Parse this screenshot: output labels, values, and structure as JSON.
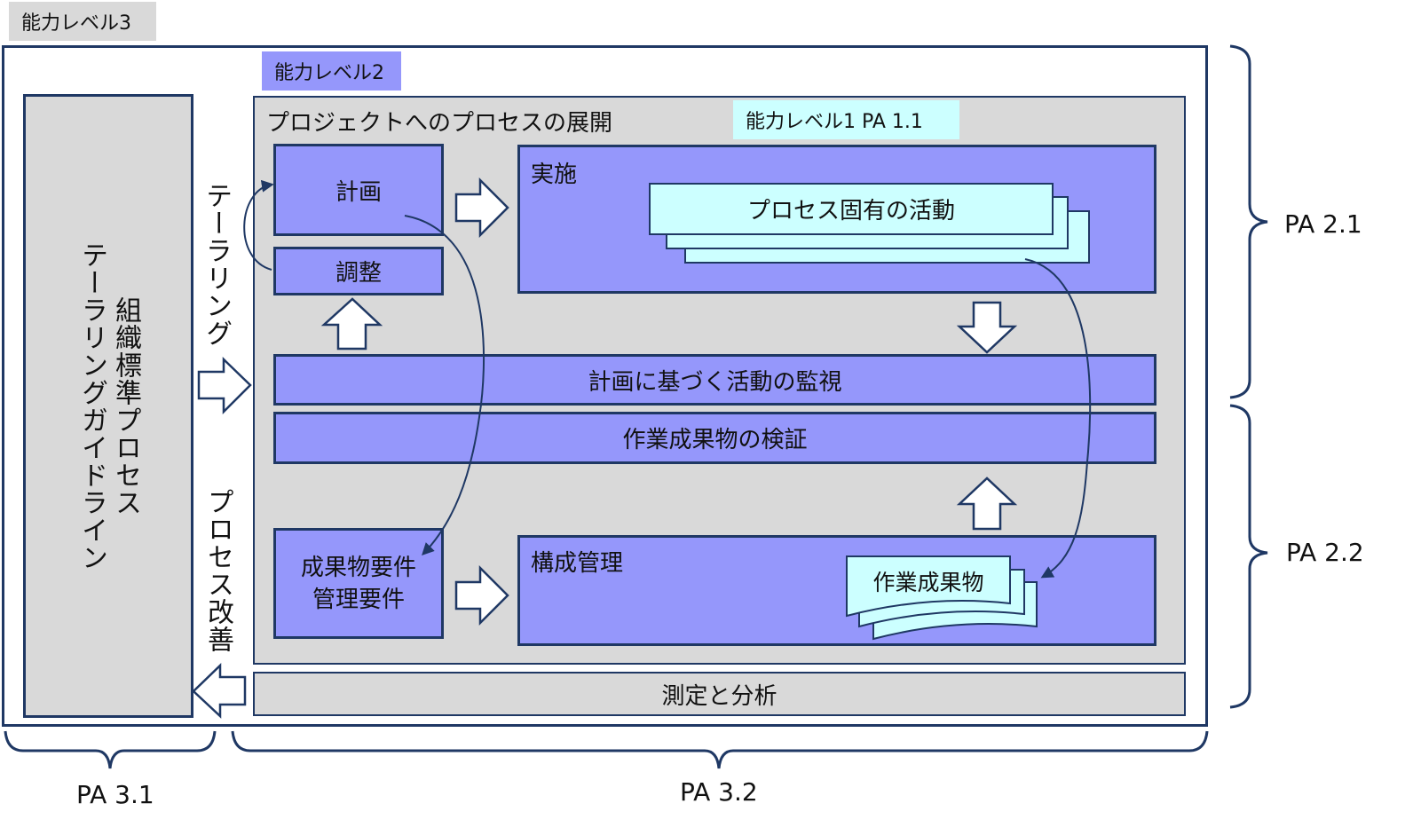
{
  "level3": {
    "label": "能力レベル3"
  },
  "level2": {
    "label": "能力レベル2"
  },
  "level1": {
    "label": "能力レベル1  PA 1.1"
  },
  "org_standard": {
    "line1": "組織標準プロセス",
    "line2": "テーラリングガイドライン"
  },
  "tailoring": "テーラリング",
  "process_improvement": "プロセス改善",
  "deployment_title": "プロジェクトへのプロセスの展開",
  "planning": "計画",
  "adjustment": "調整",
  "execution": "実施",
  "process_specific_activities": "プロセス固有の活動",
  "monitoring": "計画に基づく活動の監視",
  "verification": "作業成果物の検証",
  "requirements": {
    "line1": "成果物要件",
    "line2": "管理要件"
  },
  "config_management": "構成管理",
  "work_products": "作業成果物",
  "measurement": "測定と分析",
  "pa_labels": {
    "pa21": "PA 2.1",
    "pa22": "PA 2.2",
    "pa31": "PA 3.1",
    "pa32": "PA 3.2"
  },
  "colors": {
    "process_box": "#9597fb",
    "container": "#d9d9d9",
    "document": "#ccffff",
    "outline": "#1f3864",
    "level3_tag": "#d9d9d9",
    "level2_tag": "#9597fb",
    "level1_tag": "#ccffff"
  }
}
